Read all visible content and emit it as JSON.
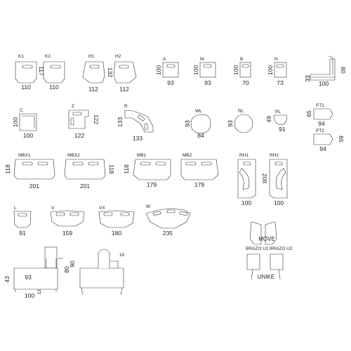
{
  "modules": [
    {
      "code": "K1",
      "width": "110",
      "depth": "117"
    },
    {
      "code": "K2",
      "width": "110"
    },
    {
      "code": "H1",
      "width": "112",
      "depth": "132"
    },
    {
      "code": "H2",
      "width": "112"
    },
    {
      "code": "A",
      "width": "93",
      "depth": "100"
    },
    {
      "code": "M",
      "width": "93",
      "depth": "100"
    },
    {
      "code": "B",
      "width": "70",
      "depth": "100"
    },
    {
      "code": "N",
      "width": "73",
      "depth": "100"
    },
    {
      "code": "",
      "width": "100",
      "depth": "80",
      "side": "33"
    },
    {
      "code": "C",
      "width": "100",
      "depth": "100"
    },
    {
      "code": "Z",
      "width": "122",
      "depth": "122"
    },
    {
      "code": "R",
      "width": "133",
      "depth": "133"
    },
    {
      "code": "WL",
      "width": "84",
      "depth": "93"
    },
    {
      "code": "RL",
      "depth": "93"
    },
    {
      "code": "PL",
      "width": "91",
      "depth": "49"
    },
    {
      "code": "PT1",
      "width": "94",
      "depth": "65"
    },
    {
      "code": "PT2",
      "width": "94",
      "depth": "65"
    },
    {
      "code": "MBX1",
      "width": "201",
      "depth": "118"
    },
    {
      "code": "MBX2",
      "width": "201",
      "depth": "118"
    },
    {
      "code": "MB1",
      "width": "179",
      "depth": "118"
    },
    {
      "code": "MB2",
      "width": "179"
    },
    {
      "code": "RH1",
      "width": "100",
      "depth": "208"
    },
    {
      "code": "RH2",
      "width": "100"
    },
    {
      "code": "L",
      "width": "91"
    },
    {
      "code": "V",
      "width": "159"
    },
    {
      "code": "VX",
      "width": "180"
    },
    {
      "code": "W",
      "width": "235"
    }
  ],
  "side_view": {
    "height": "43",
    "depth": "93",
    "length": "100",
    "leg": "12",
    "back_low": "80",
    "back_high": "90",
    "label": "10"
  },
  "accessories": {
    "move": "MOVE",
    "brazo_u1": "BRAZO U1",
    "brazo_u2": "BRAZO U2",
    "unike": "UNIKE"
  }
}
